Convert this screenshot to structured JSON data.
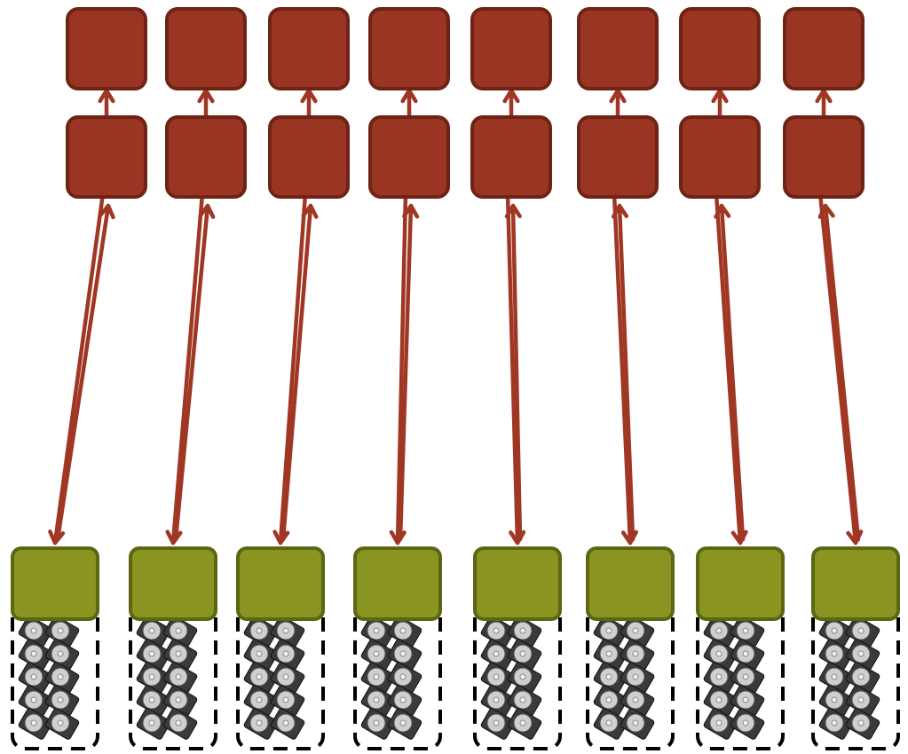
{
  "diagram": {
    "title": "",
    "colors": {
      "top_node_fill": "#9b3523",
      "top_node_stroke": "#6e2314",
      "storage_node_fill": "#8a9420",
      "storage_node_stroke": "#5d6612",
      "arrow": "#a03624",
      "rack_border": "#000000"
    },
    "columns": [
      {
        "id": "col-1"
      },
      {
        "id": "col-2"
      },
      {
        "id": "col-3"
      },
      {
        "id": "col-4"
      },
      {
        "id": "col-5"
      },
      {
        "id": "col-6"
      },
      {
        "id": "col-7"
      },
      {
        "id": "col-8"
      }
    ],
    "edges": [
      {
        "from": "mid",
        "to": "top",
        "direction": "up"
      },
      {
        "from": "mid",
        "to": "storage",
        "direction": "bidirectional"
      }
    ],
    "icons": {
      "disk": "hard-drive-icon",
      "rack": "disk-rack-icon"
    }
  }
}
